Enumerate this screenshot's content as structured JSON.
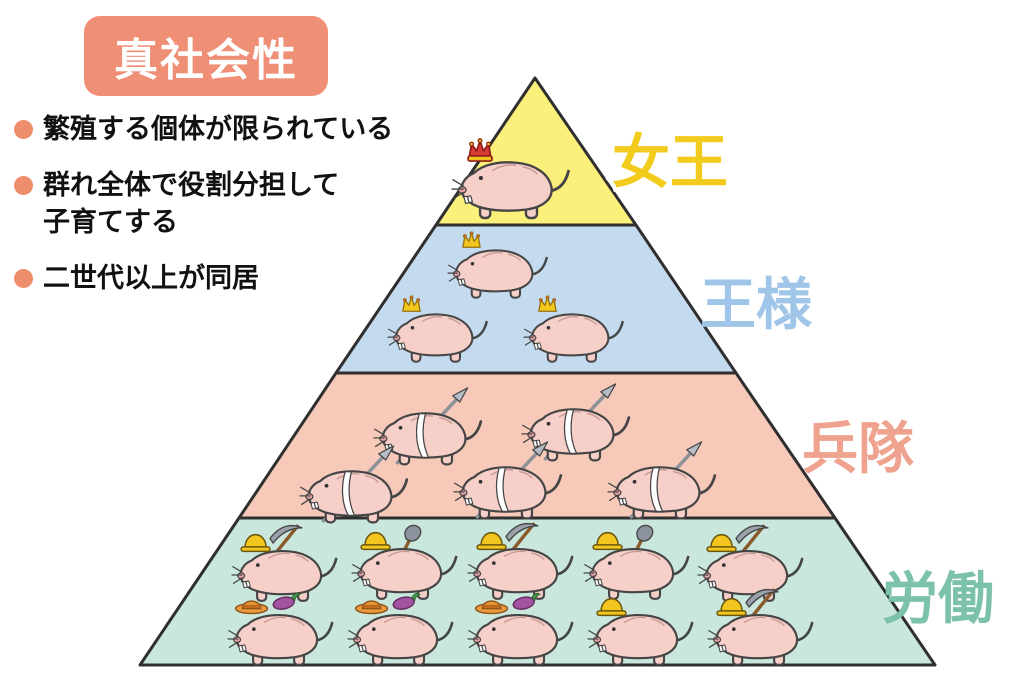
{
  "title": {
    "text": "真社会性"
  },
  "bullets": [
    {
      "text": "繁殖する個体が限られている"
    },
    {
      "text": "群れ全体で役割分担して\n子育てする"
    },
    {
      "text": "二世代以上が同居"
    }
  ],
  "colors": {
    "badge_bg": "#ef8f76",
    "badge_text": "#ffffff",
    "bullet_dot": "#ee8e6d",
    "outline": "#2f2f2f",
    "molerat_skin": "#f6cfc9"
  },
  "pyramid": {
    "tiers": [
      {
        "label": "女王",
        "fill": "#fcf07d",
        "label_color": "#f2cb1d",
        "count": 1,
        "accessory_icon": "red-crown-icon"
      },
      {
        "label": "王様",
        "fill": "#c4daee",
        "label_color": "#9fc5e8",
        "count": 3,
        "accessory_icon": "gold-crown-icon"
      },
      {
        "label": "兵隊",
        "fill": "#f7c9b9",
        "label_color": "#efa28e",
        "count": 5,
        "accessory_icon": "spear-icon"
      },
      {
        "label": "労働",
        "fill": "#c9e7dd",
        "label_color": "#7cc2ab",
        "count": 10,
        "accessory_icon": "helmet-pickaxe-shovel-strawhat-icons"
      }
    ]
  }
}
